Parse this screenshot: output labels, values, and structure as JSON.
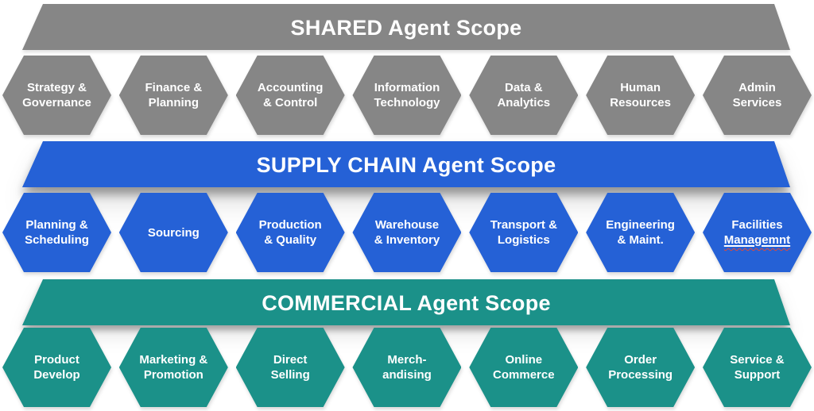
{
  "diagram": {
    "text_color": "#ffffff",
    "spellcheck_color": "#e04a3a",
    "background_color": "#ffffff",
    "bands": [
      {
        "id": "shared",
        "title": "SHARED Agent Scope",
        "color": "#868686",
        "hexagons": [
          {
            "line1": "Strategy &",
            "line2": "Governance"
          },
          {
            "line1": "Finance &",
            "line2": "Planning"
          },
          {
            "line1": "Accounting",
            "line2": "& Control"
          },
          {
            "line1": "Information",
            "line2": "Technology"
          },
          {
            "line1": "Data &",
            "line2": "Analytics"
          },
          {
            "line1": "Human",
            "line2": "Resources"
          },
          {
            "line1": "Admin",
            "line2": "Services"
          }
        ]
      },
      {
        "id": "supply-chain",
        "title": "SUPPLY CHAIN Agent Scope",
        "color": "#2561d6",
        "hexagons": [
          {
            "line1": "Planning &",
            "line2": "Scheduling"
          },
          {
            "line1": "Sourcing",
            "line2": ""
          },
          {
            "line1": "Production",
            "line2": "& Quality"
          },
          {
            "line1": "Warehouse",
            "line2": "& Inventory"
          },
          {
            "line1": "Transport &",
            "line2": "Logistics"
          },
          {
            "line1": "Engineering",
            "line2": "& Maint."
          },
          {
            "line1": "Facilities",
            "line2": "Managemnt"
          }
        ]
      },
      {
        "id": "commercial",
        "title": "COMMERCIAL Agent Scope",
        "color": "#1b9189",
        "hexagons": [
          {
            "line1": "Product",
            "line2": "Develop"
          },
          {
            "line1": "Marketing &",
            "line2": "Promotion"
          },
          {
            "line1": "Direct",
            "line2": "Selling"
          },
          {
            "line1": "Merch-",
            "line2": "andising"
          },
          {
            "line1": "Online",
            "line2": "Commerce"
          },
          {
            "line1": "Order",
            "line2": "Processing"
          },
          {
            "line1": "Service &",
            "line2": "Support"
          }
        ]
      }
    ]
  }
}
